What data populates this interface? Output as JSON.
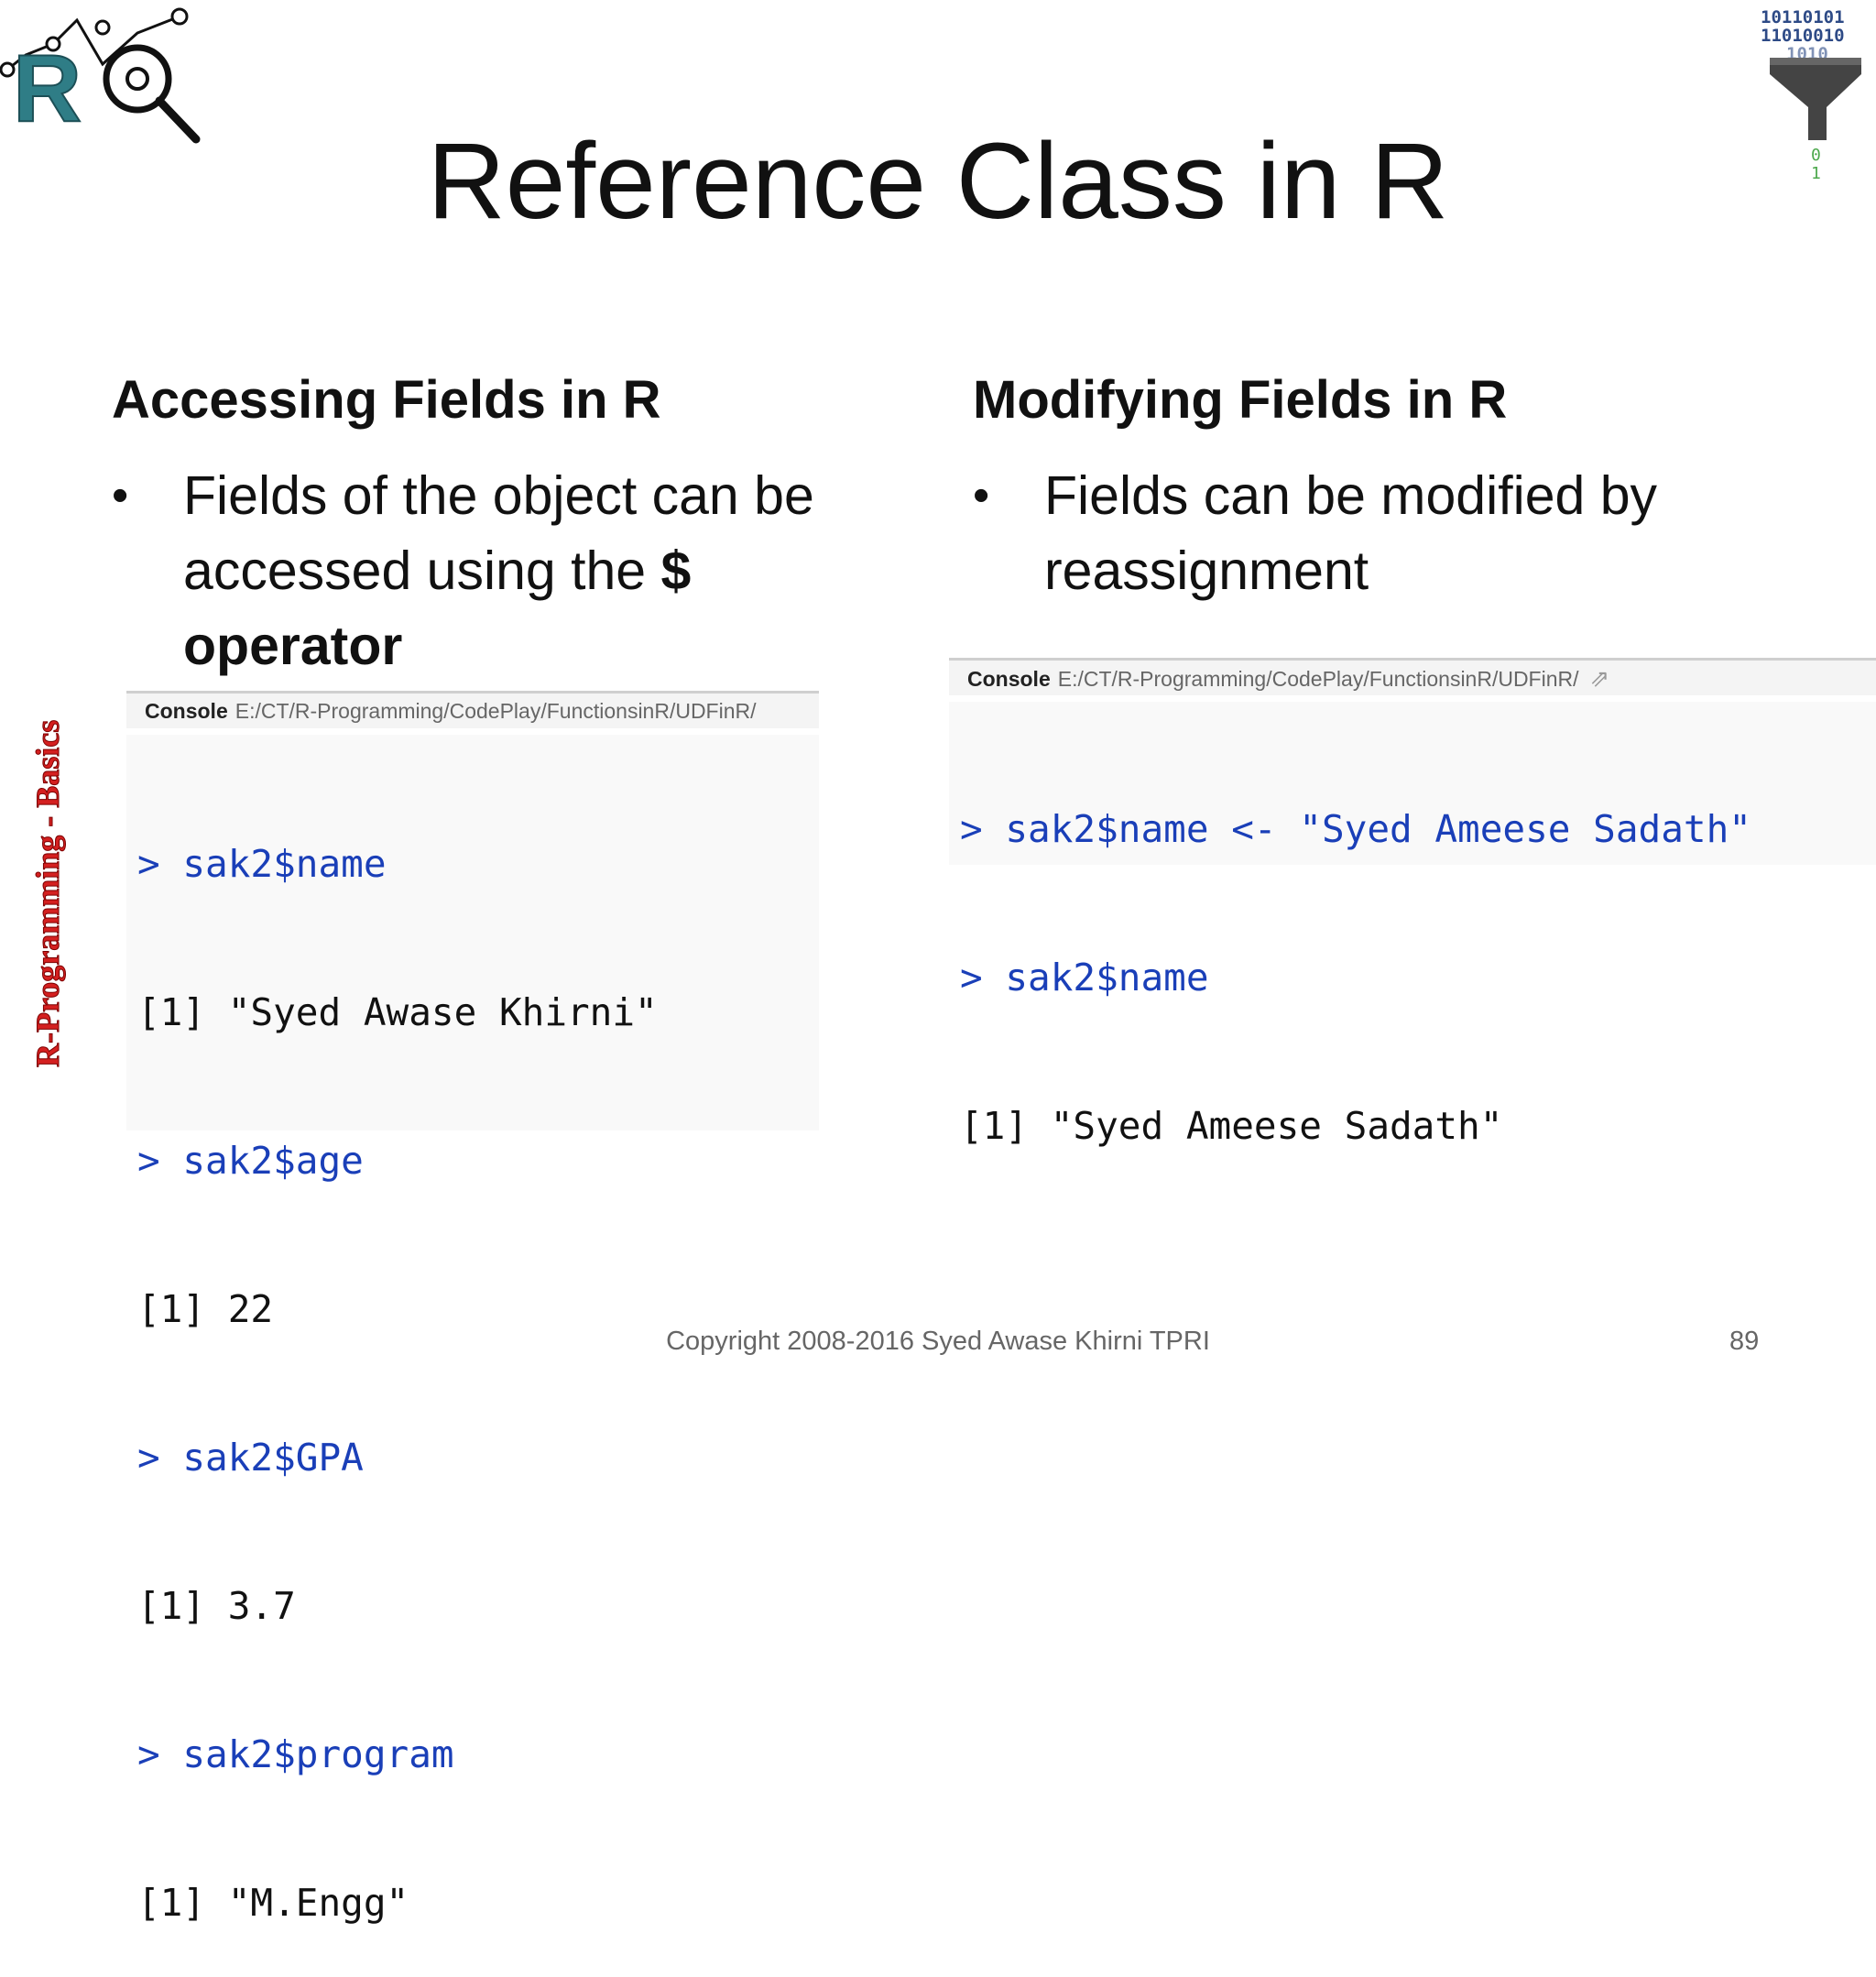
{
  "slide": {
    "title": "Reference Class in R",
    "left": {
      "heading": "Accessing Fields in R",
      "bullet_pre": "Fields of the object can be accessed using the ",
      "bullet_strong": "$ operator",
      "console": {
        "label": "Console",
        "path": "E:/CT/R-Programming/CodePlay/FunctionsinR/UDFinR/",
        "lines": [
          {
            "kind": "cmd",
            "text": "> sak2$name"
          },
          {
            "kind": "out",
            "text": "[1] \"Syed Awase Khirni\""
          },
          {
            "kind": "cmd",
            "text": "> sak2$age"
          },
          {
            "kind": "out",
            "text": "[1] 22"
          },
          {
            "kind": "cmd",
            "text": "> sak2$GPA"
          },
          {
            "kind": "out",
            "text": "[1] 3.7"
          },
          {
            "kind": "cmd",
            "text": "> sak2$program"
          },
          {
            "kind": "out",
            "text": "[1] \"M.Engg\""
          }
        ]
      }
    },
    "right": {
      "heading": "Modifying Fields in R",
      "bullet": "Fields can be modified by reassignment",
      "console": {
        "label": "Console",
        "path": "E:/CT/R-Programming/CodePlay/FunctionsinR/UDFinR/",
        "lines": [
          {
            "kind": "cmd",
            "text": "> sak2$name <- \"Syed Ameese Sadath\""
          },
          {
            "kind": "cmd",
            "text": "> sak2$name"
          },
          {
            "kind": "out",
            "text": "[1] \"Syed Ameese Sadath\""
          }
        ]
      }
    },
    "side_label": "R-Programming - Basics",
    "logo_right_bits": [
      "10110101",
      "11010010",
      "1010",
      "0",
      "1"
    ],
    "footer": "Copyright 2008-2016 Syed Awase Khirni TPRI",
    "page_number": "89",
    "colors": {
      "command_blue": "#1a3fb8",
      "side_label_red": "#d42020",
      "logo_teal": "#2f7d86",
      "logo_navy": "#2d4a86"
    }
  }
}
